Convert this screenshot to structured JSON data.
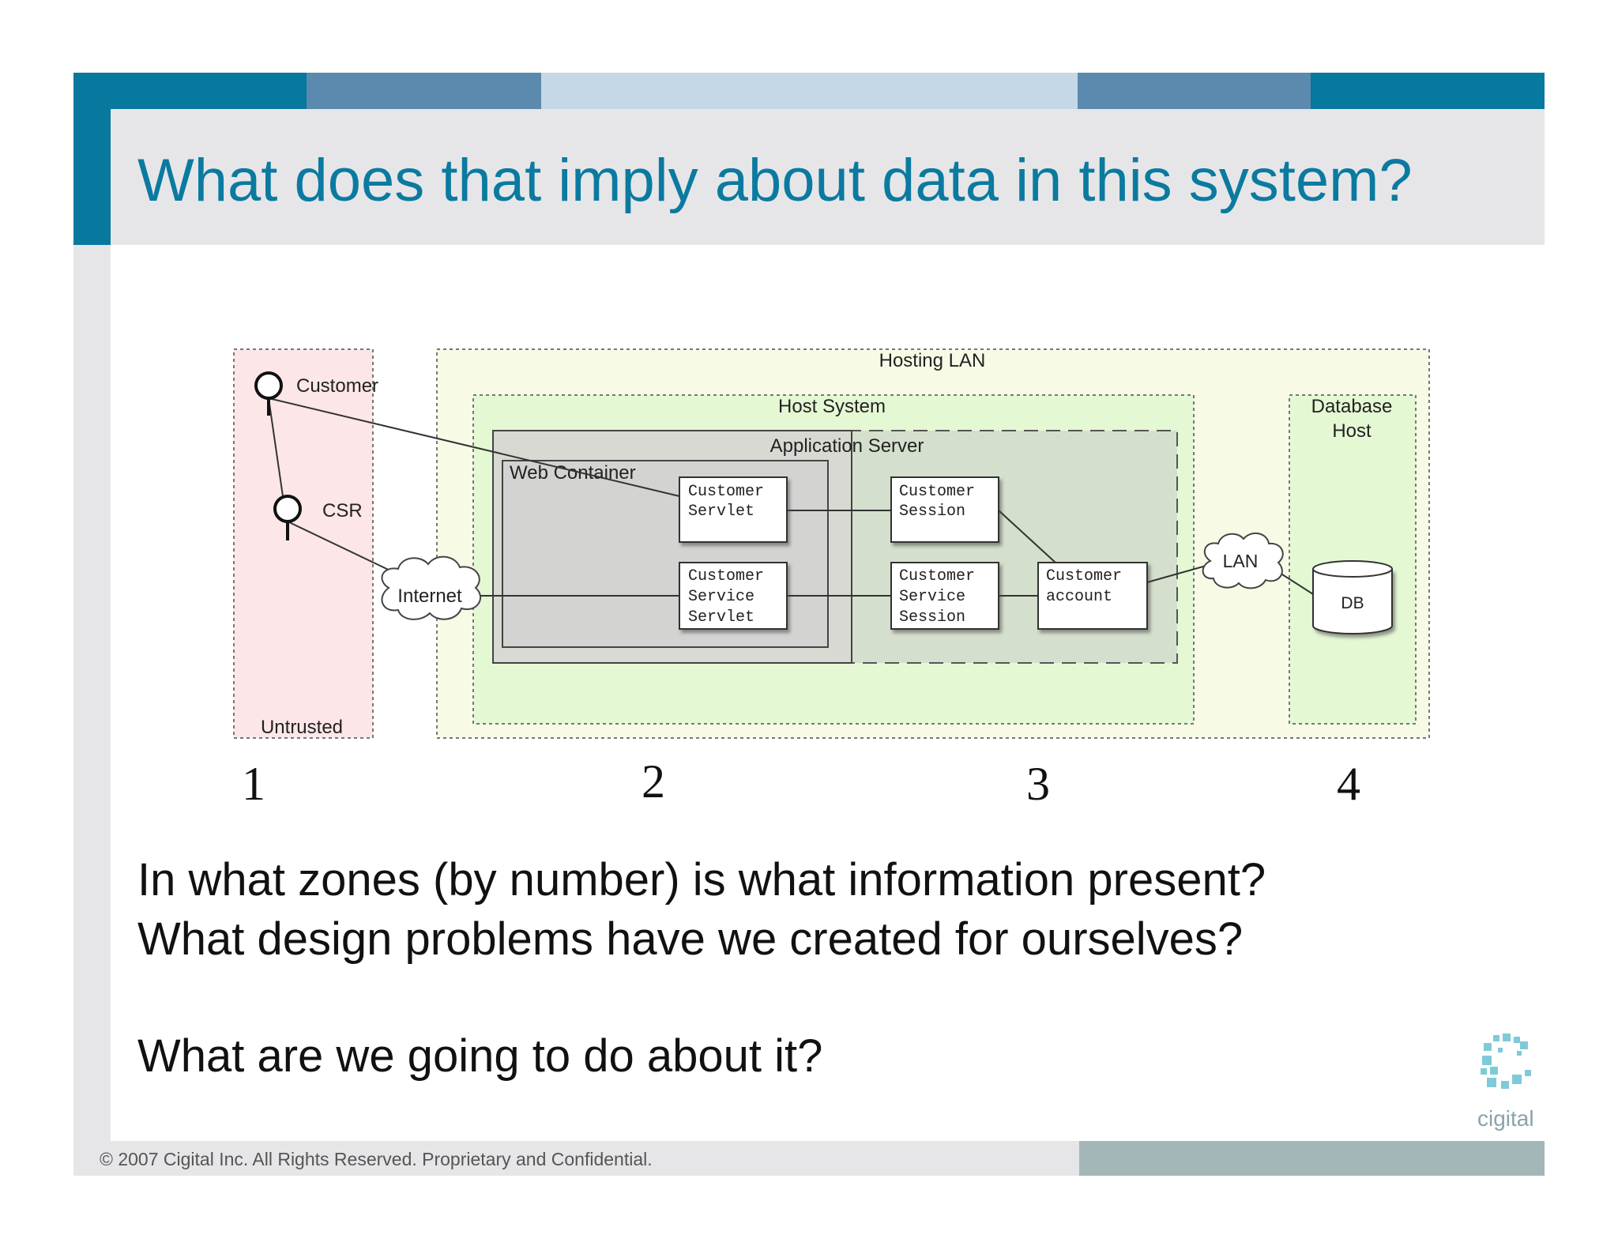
{
  "slide": {
    "title": "What does that imply about data in this system?",
    "questions": [
      "In what zones (by number) is what information present?",
      "What design problems have we created for ourselves?",
      "What are we going to do about it?"
    ],
    "footer": "© 2007 Cigital Inc. All Rights Reserved. Proprietary and Confidential.",
    "logo_text": "cigital"
  },
  "colors": {
    "accent": "#0b7aa0",
    "band_dark": "#07789e",
    "band_mid": "#5b8aae",
    "band_light": "#c4d8e7",
    "footer_bar": "#a3b6b8"
  },
  "diagram": {
    "zones": {
      "untrusted": "Untrusted",
      "hosting_lan": "Hosting LAN",
      "host_system": "Host System",
      "database_host_line1": "Database",
      "database_host_line2": "Host",
      "application_server": "Application Server",
      "web_container": "Web Container"
    },
    "actors": {
      "customer": "Customer",
      "csr": "CSR"
    },
    "clouds": {
      "internet": "Internet",
      "lan": "LAN"
    },
    "components": {
      "customer_servlet": [
        "Customer",
        "Servlet"
      ],
      "customer_session": [
        "Customer",
        "Session"
      ],
      "customer_service_servlet": [
        "Customer",
        "Service",
        "Servlet"
      ],
      "customer_service_session": [
        "Customer",
        "Service",
        "Session"
      ],
      "customer_account": [
        "Customer",
        "account"
      ]
    },
    "database": "DB",
    "zone_numbers": [
      "1",
      "2",
      "3",
      "4"
    ]
  }
}
